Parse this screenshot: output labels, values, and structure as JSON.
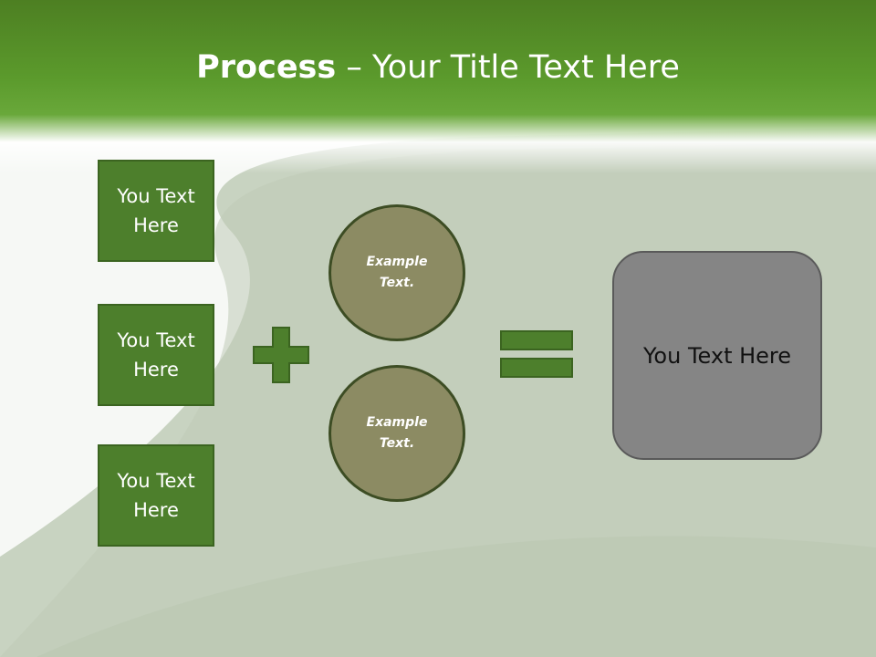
{
  "slide": {
    "title_bold": "Process",
    "title_rest": " – Your Title Text Here"
  },
  "inputs": [
    {
      "label": "You Text Here"
    },
    {
      "label": "You Text Here"
    },
    {
      "label": "You Text Here"
    }
  ],
  "examples": [
    {
      "label": "Example Text."
    },
    {
      "label": "Example Text."
    }
  ],
  "result": {
    "label": "You Text Here"
  },
  "colors": {
    "header_green": "#5b9a2c",
    "box_green": "#4d7f2c",
    "circle_olive": "#8c8b63",
    "result_gray": "#858585",
    "operator_green": "#4d7f2c"
  },
  "icons": {
    "plus": "plus-icon",
    "equals": "equals-icon"
  }
}
